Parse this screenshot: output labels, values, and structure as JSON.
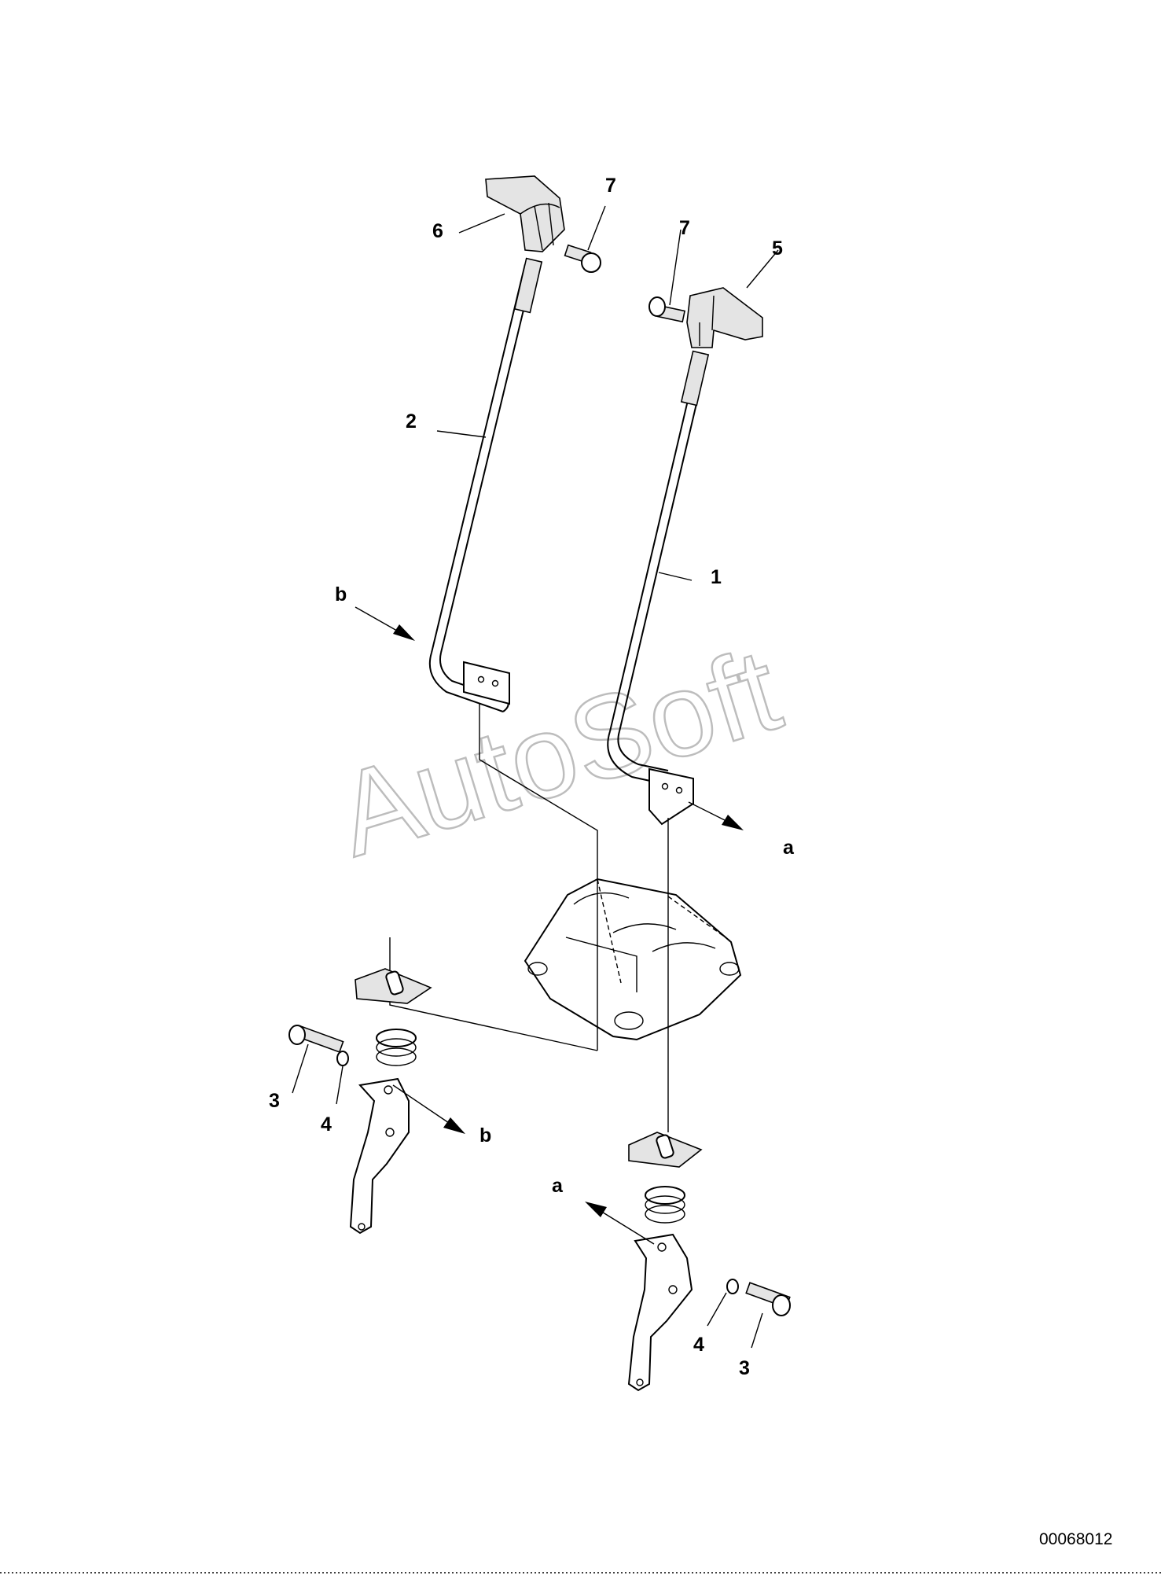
{
  "watermark": "AutoSoft",
  "sheet_number": "00068012",
  "callouts": {
    "part_1": "1",
    "part_2": "2",
    "part_3_left": "3",
    "part_3_right": "3",
    "part_4_left": "4",
    "part_4_right": "4",
    "part_5": "5",
    "part_6": "6",
    "part_7_left": "7",
    "part_7_right": "7",
    "ref_a_upper": "a",
    "ref_a_lower": "a",
    "ref_b_upper": "b",
    "ref_b_lower": "b"
  }
}
